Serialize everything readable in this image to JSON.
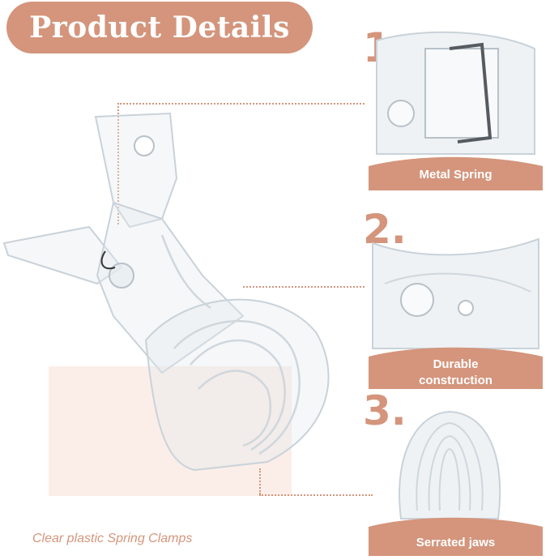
{
  "title": "Product Details",
  "caption": "Clear plastic Spring Clamps",
  "accent_color": "#d4957c",
  "details": [
    {
      "number": "1.",
      "label": "Metal Spring"
    },
    {
      "number": "2.",
      "label": "Durable construction"
    },
    {
      "number": "3.",
      "label": "Serrated jaws"
    }
  ]
}
